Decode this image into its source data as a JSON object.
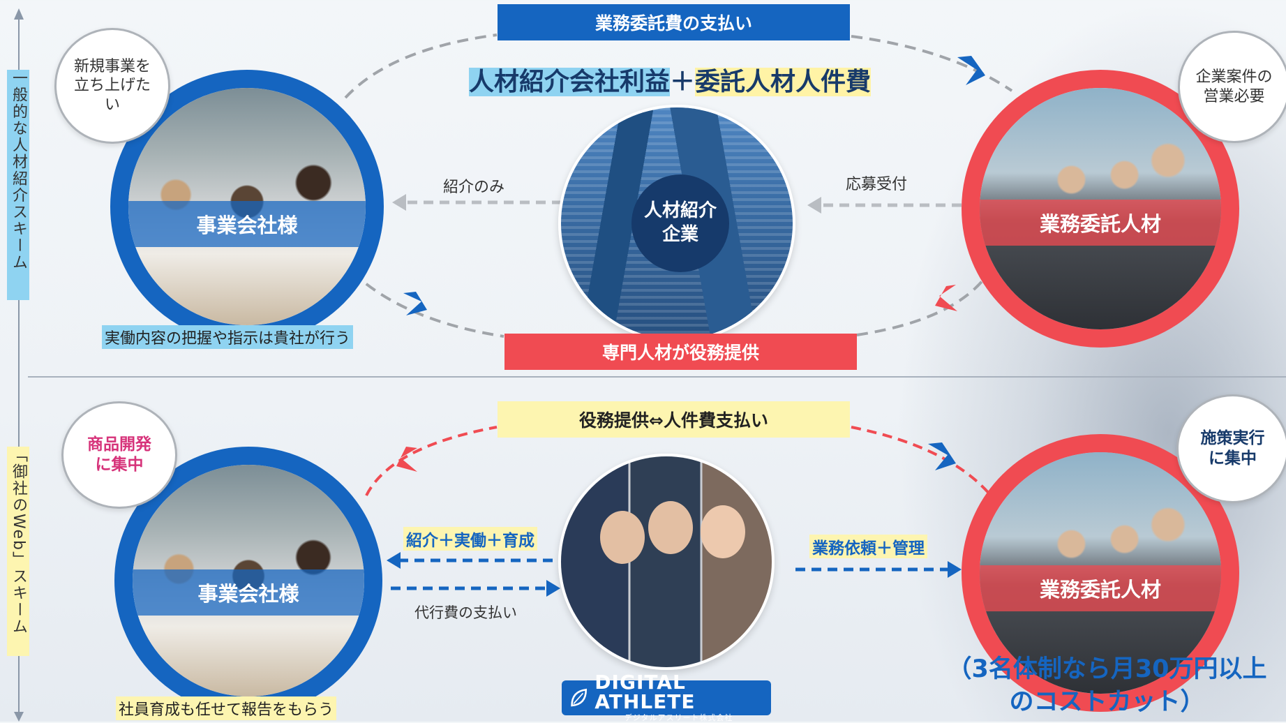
{
  "top": {
    "side_label": "一般的な人材紹介スキーム",
    "banner_top": "業務委託費の支払い",
    "profit_a": "人材紹介会社利益",
    "plus": "＋",
    "profit_b": "委託人材人件費",
    "left_ring_label": "事業会社様",
    "left_bubble": "新規事業を立ち上げたい",
    "center_label": "人材紹介企業",
    "right_ring_label": "業務委託人材",
    "right_bubble": "企業案件の営業必要",
    "flow_left": "紹介のみ",
    "flow_right": "応募受付",
    "note": "実働内容の把握や指示は貴社が行う",
    "banner_bottom": "専門人材が役務提供"
  },
  "bottom": {
    "side_label": "「御社のWeb」スキーム",
    "banner_top": "役務提供⇔人件費支払い",
    "left_ring_label": "事業会社様",
    "left_bubble": "商品開発に集中",
    "right_ring_label": "業務委託人材",
    "right_bubble": "施策実行に集中",
    "flow_left_top": "紹介＋実働＋育成",
    "flow_left_bottom": "代行費の支払い",
    "flow_right": "業務依頼＋管理",
    "note": "社員育成も任せて報告をもらう",
    "brand_title": "DIGITAL ATHLETE",
    "brand_sub": "デジタルアスリート株式会社",
    "saving_line1": "（3名体制なら月30万円以上",
    "saving_line2": "のコストカット）"
  },
  "colors": {
    "blue": "#1565c0",
    "red": "#f04b52",
    "navy": "#163a6b",
    "yellow": "#fdf5b0",
    "light_blue_highlight": "#8fd3f1"
  },
  "icons": [
    "chevron-right-icon",
    "chevron-left-icon",
    "leaf-logo-icon"
  ]
}
